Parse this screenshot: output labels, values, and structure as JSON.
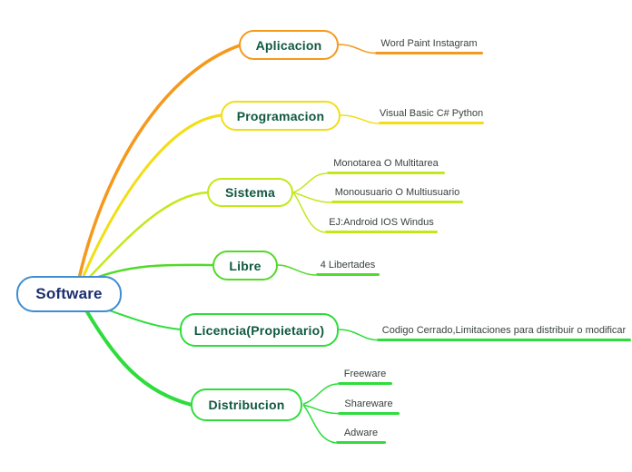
{
  "root": {
    "label": "Software"
  },
  "branches": [
    {
      "label": "Aplicacion",
      "color": "#F5991D",
      "leaves": [
        {
          "label": "Word Paint Instagram"
        }
      ]
    },
    {
      "label": "Programacion",
      "color": "#F2DE16",
      "leaves": [
        {
          "label": "Visual Basic C# Python"
        }
      ]
    },
    {
      "label": "Sistema",
      "color": "#C3E81A",
      "leaves": [
        {
          "label": "Monotarea O Multitarea"
        },
        {
          "label": "Monousuario O Multiusuario"
        },
        {
          "label": "EJ:Android IOS Windus"
        }
      ]
    },
    {
      "label": "Libre",
      "color": "#52DA2A",
      "leaves": [
        {
          "label": "4 Libertades"
        }
      ]
    },
    {
      "label": "Licencia(Propietario)",
      "color": "#2EDD3C",
      "leaves": [
        {
          "label": "Codigo Cerrado,Limitaciones para distribuir o modificar"
        }
      ]
    },
    {
      "label": "Distribucion",
      "color": "#2EDD3C",
      "leaves": [
        {
          "label": "Freeware"
        },
        {
          "label": "Shareware"
        },
        {
          "label": "Adware"
        }
      ]
    }
  ],
  "colors": {
    "root_border": "#3E8ED0",
    "root_text": "#1B2E6E",
    "branch_text": "#0F5940",
    "leaf_text": "#37413C",
    "background": "#FFFFFF"
  }
}
